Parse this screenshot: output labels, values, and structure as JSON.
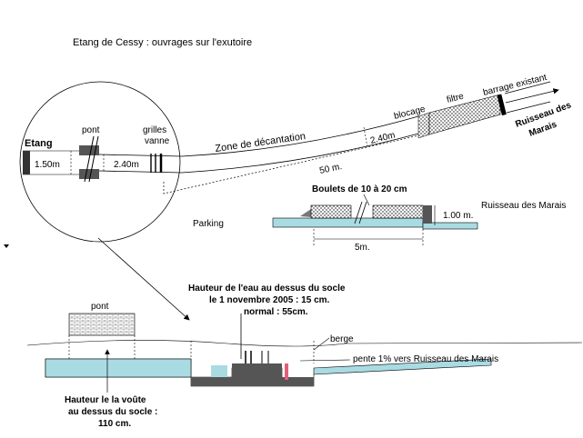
{
  "title": "Etang de Cessy : ouvrages sur l'exutoire",
  "plan": {
    "etang": "Etang",
    "pont": "pont",
    "grilles": "grilles",
    "vanne": "vanne",
    "width_left": "1.50m",
    "width_pont": "2.40m",
    "zone": "Zone de décantation",
    "width_channel": "2.40m",
    "length": "50 m.",
    "blocage": "blocage",
    "filtre": "filtre",
    "barrage": "barrage existant",
    "ruisseau_1": "Ruisseau des",
    "ruisseau_2": "Marais"
  },
  "section_filtre": {
    "boulets": "Boulets de 10 à 20 cm",
    "height": "1.00 m.",
    "ruisseau": "Ruisseau des Marais",
    "parking": "Parking",
    "length": "5m."
  },
  "profile": {
    "hauteur_eau_1": "Hauteur de l'eau au dessus du socle",
    "hauteur_eau_2": "le 1 novembre 2005  : 15 cm.",
    "hauteur_eau_3": "normal : 55cm.",
    "pont": "pont",
    "berge": "berge",
    "pente": "pente 1%  vers Ruisseau des Marais",
    "voute_1": "Hauteur le la voûte",
    "voute_2": "au dessus du socle :",
    "voute_3": "110 cm."
  },
  "colors": {
    "water": "#a9dbe3",
    "stone": "#9a9a9a",
    "dark": "#444444",
    "red": "#e0607a"
  }
}
